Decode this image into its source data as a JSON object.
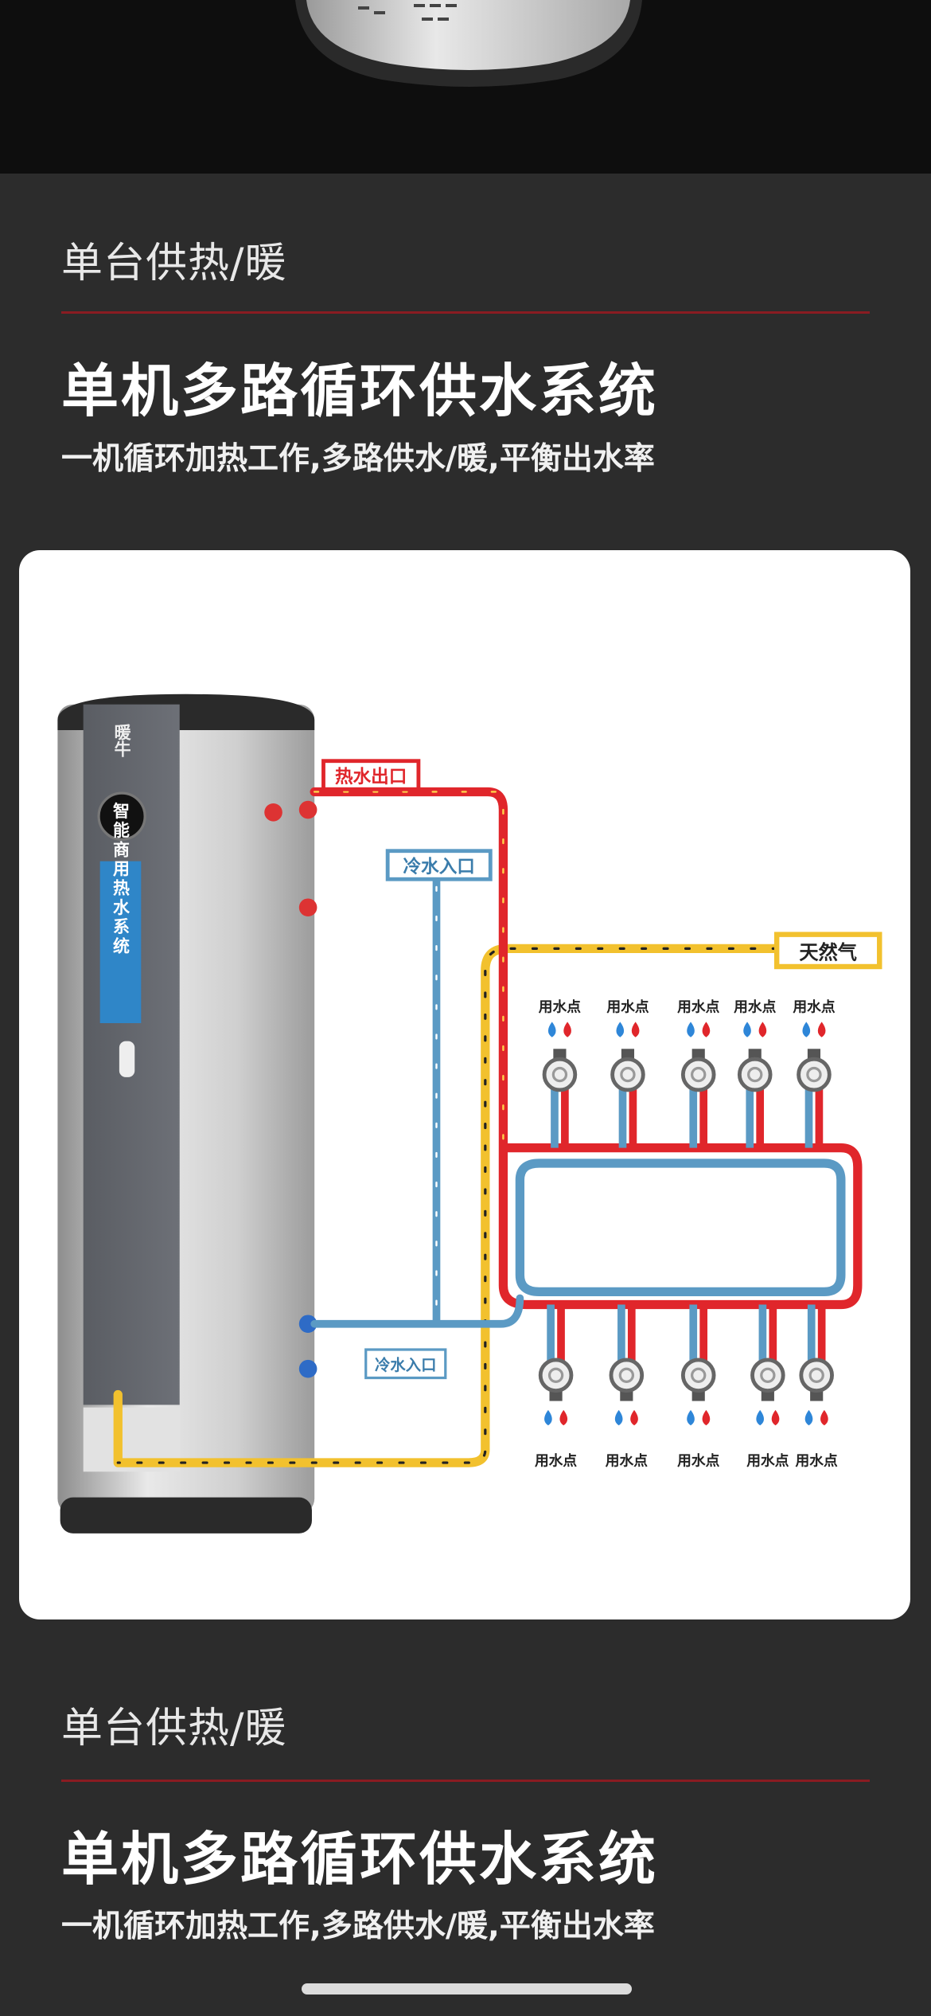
{
  "section1": {
    "label": "单台供热/暖",
    "title": "单机多路循环供水系统",
    "subtitle": "一机循环加热工作,多路供水/暖,平衡出水率"
  },
  "diagram": {
    "hot_outlet": "热水出口",
    "cold_inlet_top": "冷水入口",
    "cold_inlet_bottom": "冷水入口",
    "gas": "天然气",
    "tank_label": "智能商用热水系统",
    "tank_logo": "暖牛",
    "water_points_top": [
      "用水点",
      "用水点",
      "用水点",
      "用水点",
      "用水点"
    ],
    "water_points_bottom": [
      "用水点",
      "用水点",
      "用水点",
      "用水点",
      "用水点"
    ],
    "colors": {
      "hot": "#e0262b",
      "cold": "#5b9ac4",
      "gas": "#f2c12e",
      "label_blue": "#2f86c8"
    }
  },
  "section2": {
    "label": "单台供热/暖",
    "title": "单机多路循环供水系统",
    "subtitle": "一机循环加热工作,多路供水/暖,平衡出水率"
  }
}
